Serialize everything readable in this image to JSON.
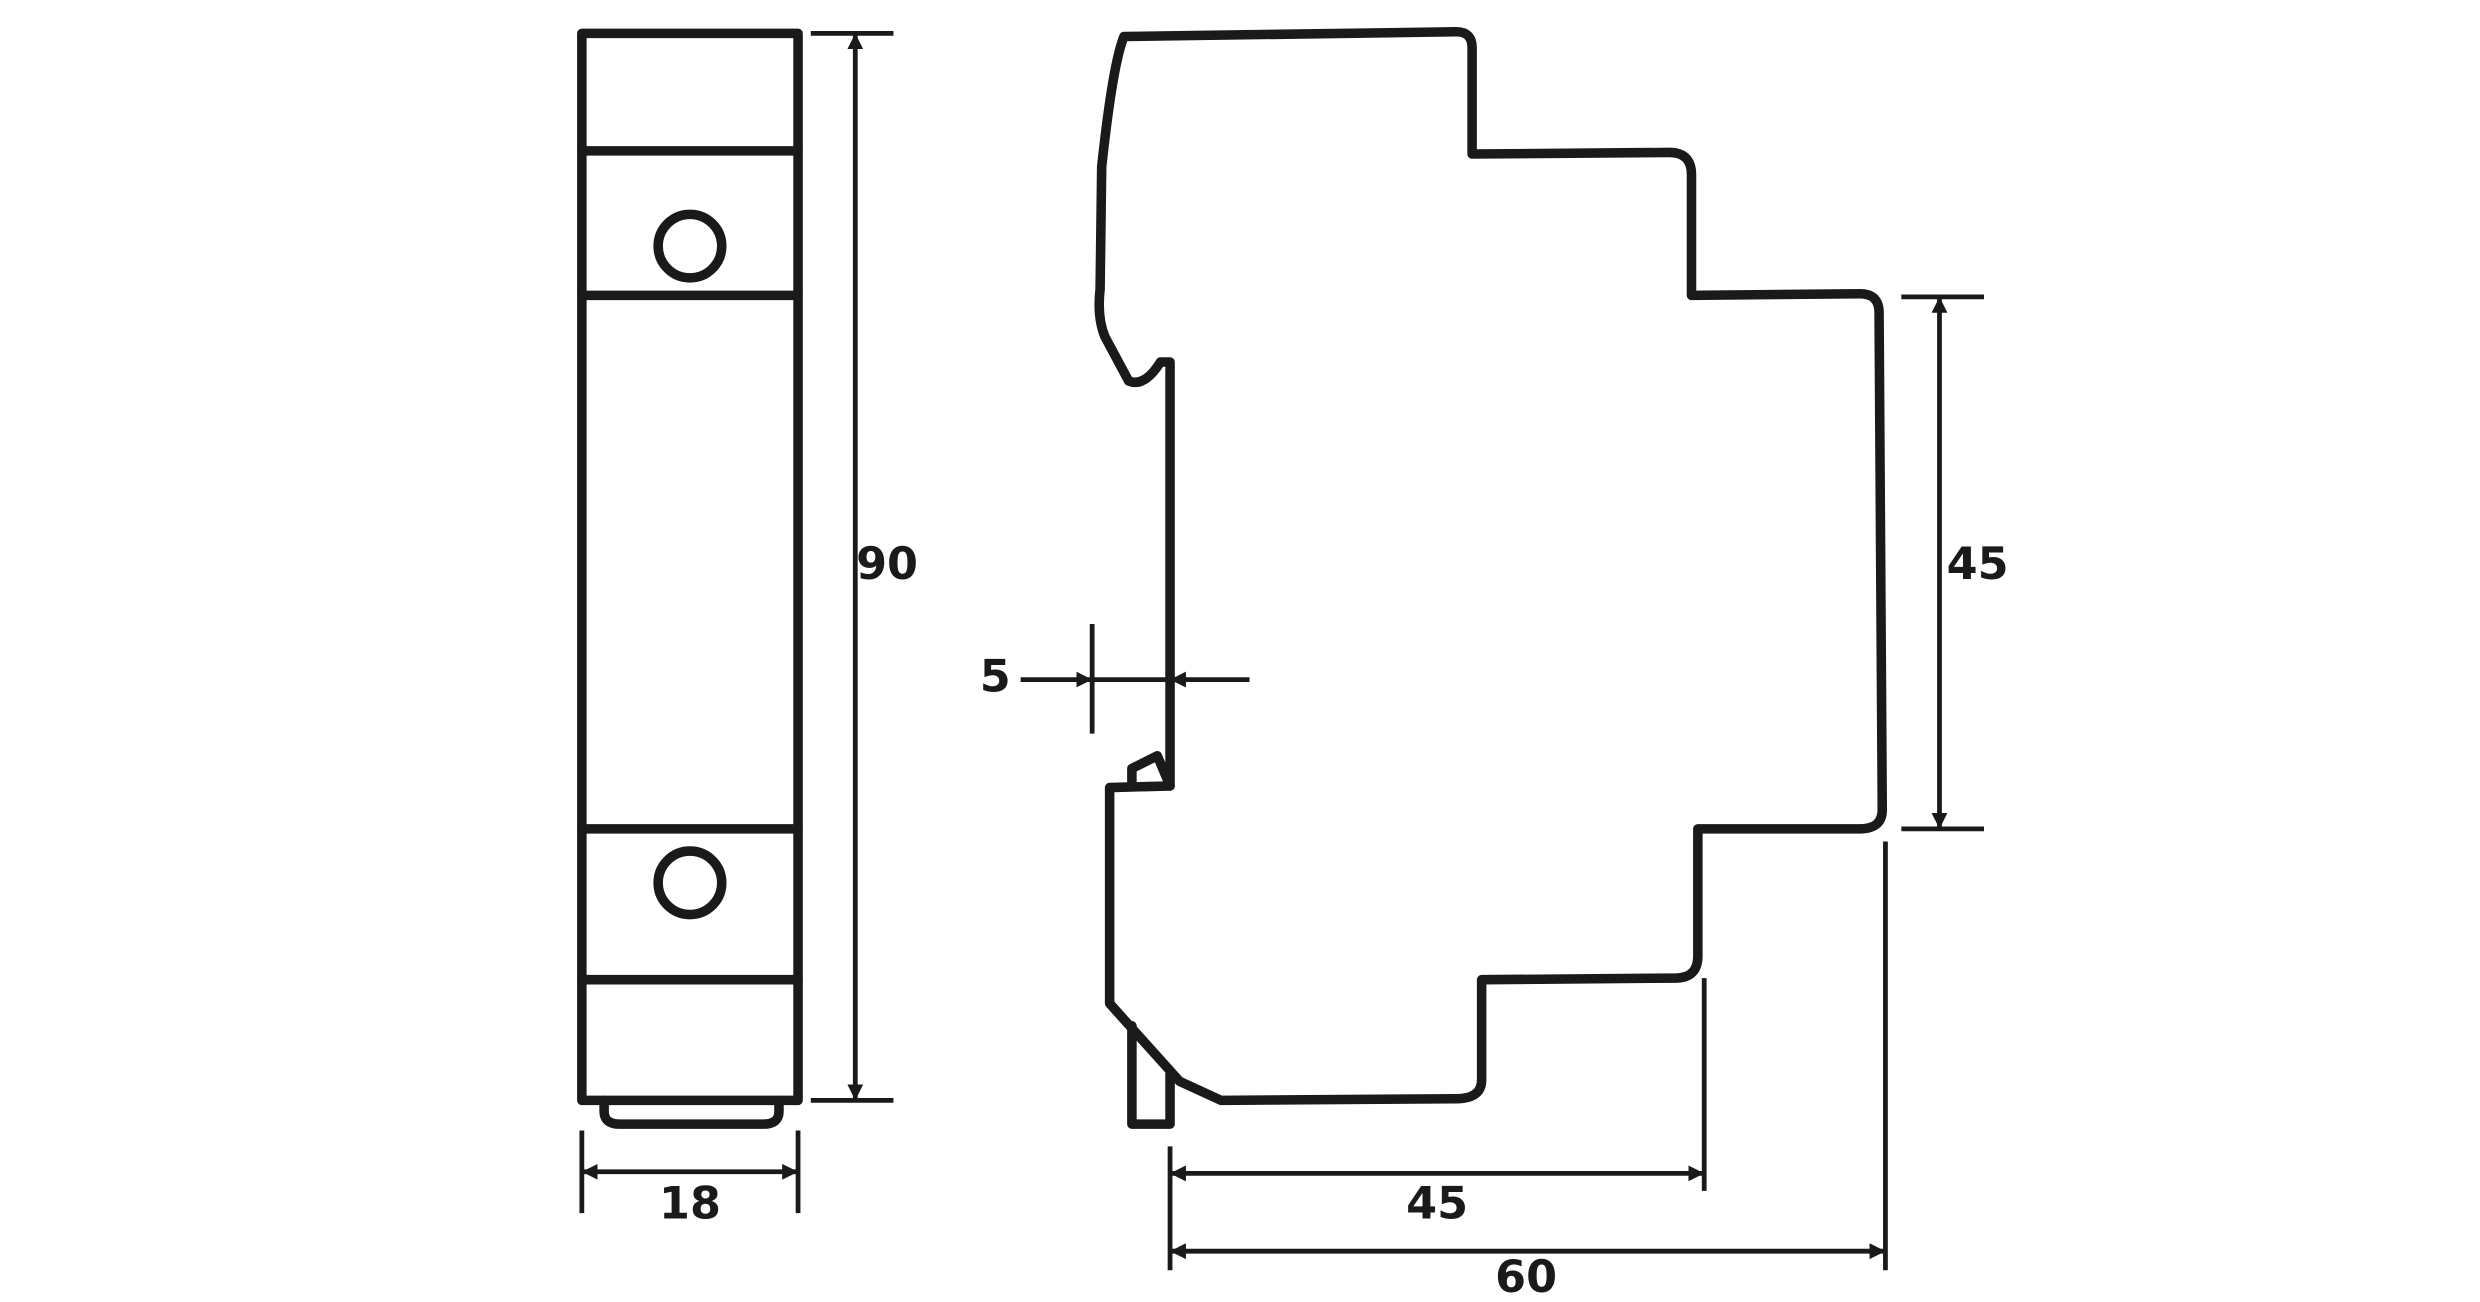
{
  "dimensions": {
    "front_height": "90",
    "front_width": "18",
    "rail_offset": "5",
    "side_height": "45",
    "side_depth_inner": "45",
    "side_depth_total": "60"
  }
}
